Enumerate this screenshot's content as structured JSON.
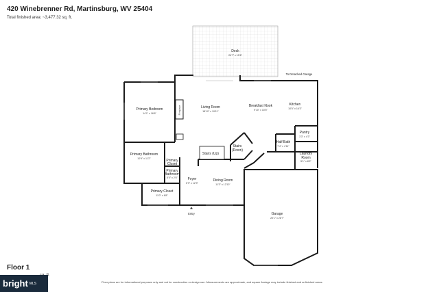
{
  "header": {
    "address": "420 Winebrenner Rd, Martinsburg, WV 25404",
    "total_area": "Total finished area: ~3,477.32 sq. ft."
  },
  "floor": {
    "label": "Floor 1",
    "area_partial": "sq. ft."
  },
  "footer": {
    "disclaimer": "Floor plans are for informational purposes only and not for construction or design use. Measurements are approximate, and square footage may include finished and unfinished areas."
  },
  "logo": {
    "text": "bright",
    "suffix": "MLS"
  },
  "rooms": {
    "deck": {
      "name": "Deck",
      "dims": "24'7\" x 15'6\""
    },
    "living": {
      "name": "Living Room",
      "dims": "18'10\" x 19'11\""
    },
    "breakfast": {
      "name": "Breakfast Nook",
      "dims": "9'10\" x 10'5\""
    },
    "kitchen": {
      "name": "Kitchen",
      "dims": "10'5\" x 16'3\""
    },
    "primary_bedroom": {
      "name": "Primary Bedroom",
      "dims": "14'1\" x 16'6\""
    },
    "fireplace": {
      "name": "Fireplace"
    },
    "pantry": {
      "name": "Pantry",
      "dims": "3'3\" x 4'3\""
    },
    "half_bath": {
      "name": "Half Bath",
      "dims": "7'4\" x 4'11\""
    },
    "laundry": {
      "name": "Laundry Room",
      "dims": "5'1\" x 8'2\""
    },
    "primary_bathroom": {
      "name": "Primary Bathroom",
      "dims": "10'9\" x 11'2\""
    },
    "primary_closet_small": {
      "name": "Primary Closet"
    },
    "primary_bathroom_2": {
      "name": "Primary Bathroom",
      "dims": "5'0\" x 2'6\""
    },
    "stairs_up": {
      "name": "Stairs (Up)"
    },
    "stairs_down": {
      "name": "Stairs (Down)"
    },
    "foyer": {
      "name": "Foyer",
      "dims": "5'9\" x 12'9\""
    },
    "dining": {
      "name": "Dining Room",
      "dims": "11'3\" x 12'10\""
    },
    "primary_closet": {
      "name": "Primary Closet",
      "dims": "11'0\" x 6'8\""
    },
    "garage": {
      "name": "Garage",
      "dims": "20'1\" x 28'7\""
    }
  },
  "notes": {
    "to_detached_garage": "To Detached Garage",
    "entry": "Entry"
  },
  "colors": {
    "wall": "#1a1a1a",
    "deck_hatch": "#d9d9d9",
    "logo_bg": "#1a2b3c"
  }
}
